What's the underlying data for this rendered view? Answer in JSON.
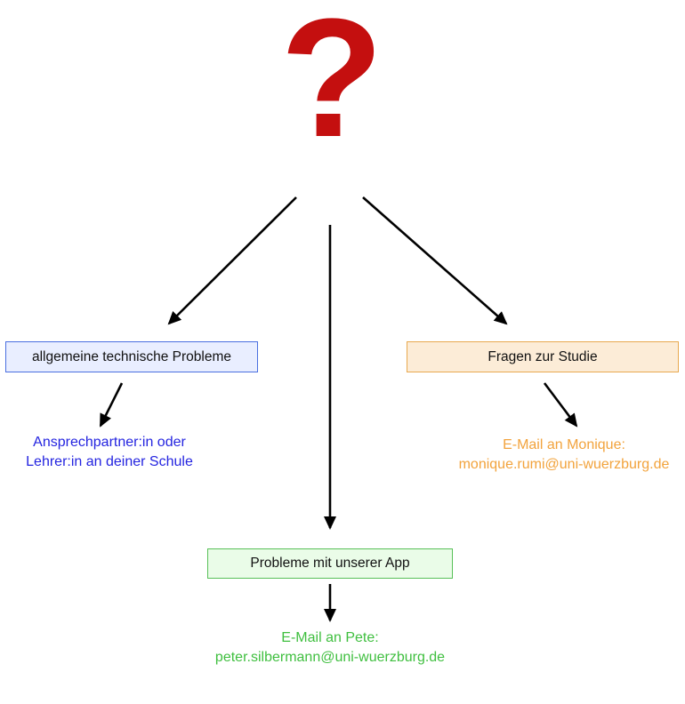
{
  "diagram": {
    "question_mark": "?",
    "boxes": {
      "technical": {
        "label": "allgemeine technische Probleme"
      },
      "study": {
        "label": "Fragen zur Studie"
      },
      "app": {
        "label": "Probleme mit unserer App"
      }
    },
    "contacts": {
      "technical": {
        "line1": "Ansprechpartner:in oder",
        "line2": "Lehrer:in an deiner Schule"
      },
      "study": {
        "line1": "E-Mail an Monique:",
        "line2": "monique.rumi@uni-wuerzburg.de"
      },
      "app": {
        "line1": "E-Mail an Pete:",
        "line2": "peter.silbermann@uni-wuerzburg.de"
      }
    },
    "colors": {
      "question_mark": "#c40f0f",
      "arrow": "#000000",
      "technical_bg": "#e9eeff",
      "technical_border": "#4a6fe0",
      "technical_text": "#2424e0",
      "study_bg": "#fcecd7",
      "study_border": "#e8a94f",
      "study_text": "#f2a33c",
      "app_bg": "#eafce8",
      "app_border": "#57c057",
      "app_text": "#3fbf3f"
    }
  }
}
